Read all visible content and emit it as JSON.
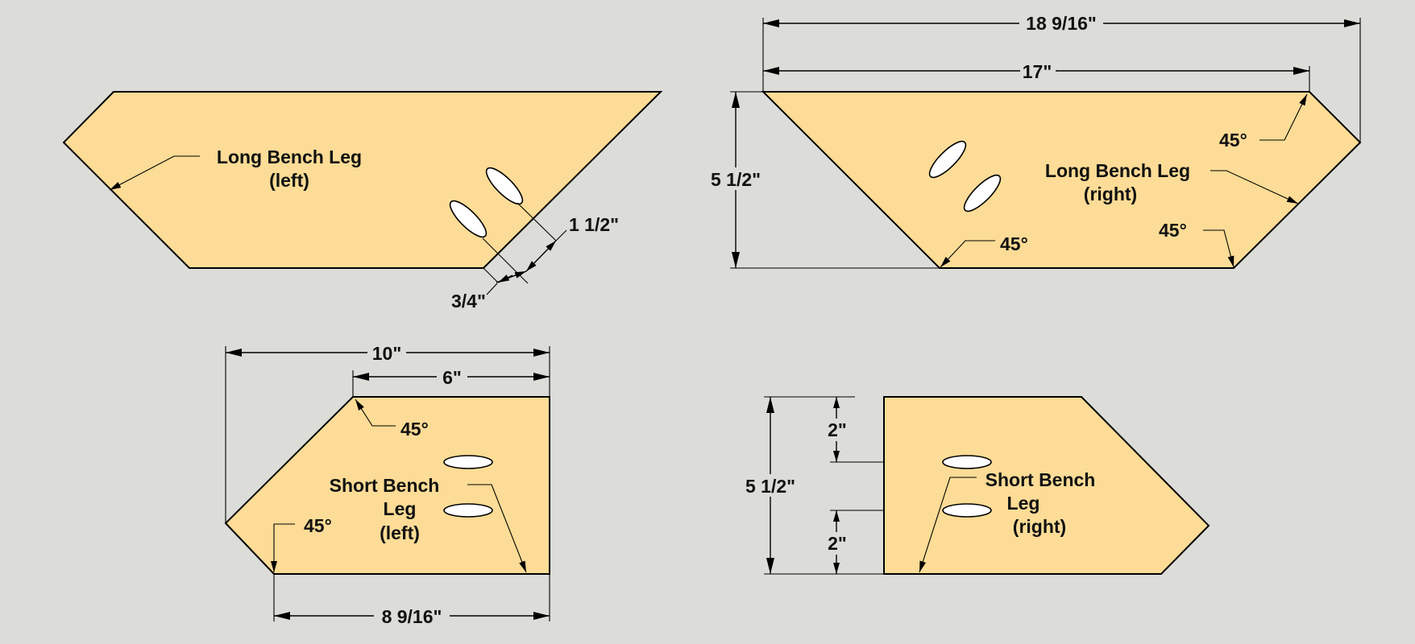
{
  "parts": {
    "long_left": {
      "name_line1": "Long Bench Leg",
      "name_line2": "(left)"
    },
    "long_right": {
      "name_line1": "Long Bench Leg",
      "name_line2": "(right)"
    },
    "short_left": {
      "name_line1": "Short Bench",
      "name_line2": "Leg",
      "name_line3": "(left)"
    },
    "short_right": {
      "name_line1": "Short Bench",
      "name_line2": "Leg",
      "name_line3": "(right)"
    }
  },
  "dimensions": {
    "long_left_hole_offset": "1 1/2\"",
    "long_left_hole_inset": "3/4\"",
    "long_right_overall_length": "18 9/16\"",
    "long_right_top_length": "17\"",
    "long_right_height": "5 1/2\"",
    "long_right_angle_top": "45°",
    "long_right_angle_bottom_right": "45°",
    "long_right_angle_bottom_left": "45°",
    "short_left_overall_length": "10\"",
    "short_left_top_length": "6\"",
    "short_left_bottom_length": "8 9/16\"",
    "short_left_angle_top": "45°",
    "short_left_angle_bottom": "45°",
    "short_right_height": "5 1/2\"",
    "short_right_top_hole": "2\"",
    "short_right_bottom_hole": "2\""
  },
  "colors": {
    "background": "#dcdcd8",
    "wood": "#fcdc96",
    "hole": "#ffffff",
    "line": "#000000"
  }
}
